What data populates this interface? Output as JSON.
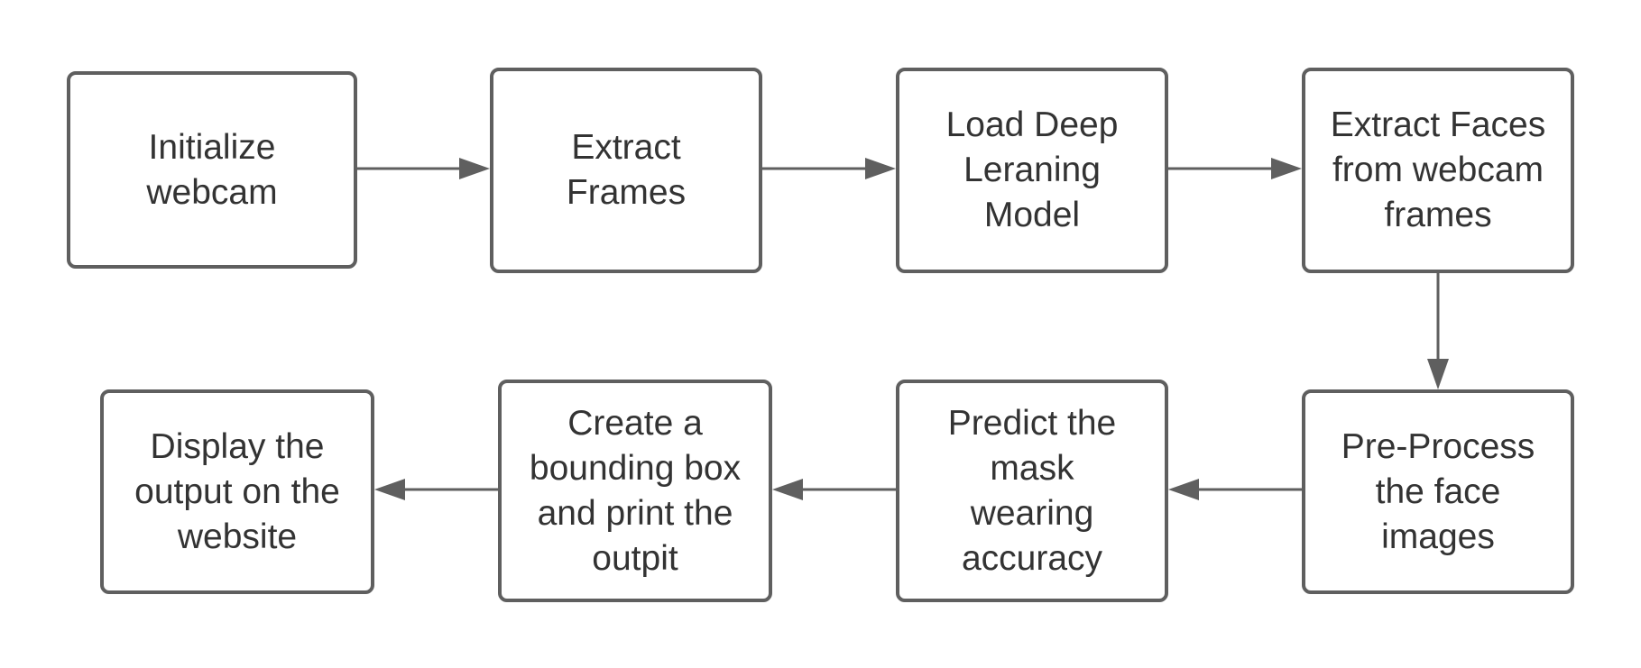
{
  "diagram": {
    "boxes": [
      {
        "id": "initialize-webcam",
        "lines": [
          "Initialize",
          "webcam"
        ]
      },
      {
        "id": "extract-frames",
        "lines": [
          "Extract",
          "Frames"
        ]
      },
      {
        "id": "load-model",
        "lines": [
          "Load Deep",
          "Leraning",
          "Model"
        ]
      },
      {
        "id": "extract-faces",
        "lines": [
          "Extract Faces",
          "from webcam",
          "frames"
        ]
      },
      {
        "id": "preprocess",
        "lines": [
          "Pre-Process",
          "the face",
          "images"
        ]
      },
      {
        "id": "predict",
        "lines": [
          "Predict the",
          "mask",
          "wearing",
          "accuracy"
        ]
      },
      {
        "id": "bounding-box",
        "lines": [
          "Create a",
          "bounding box",
          "and print the",
          "outpit"
        ]
      },
      {
        "id": "display-output",
        "lines": [
          "Display the",
          "output on the",
          "website"
        ]
      }
    ],
    "connections": [
      {
        "from": "initialize-webcam",
        "to": "extract-frames"
      },
      {
        "from": "extract-frames",
        "to": "load-model"
      },
      {
        "from": "load-model",
        "to": "extract-faces"
      },
      {
        "from": "extract-faces",
        "to": "preprocess"
      },
      {
        "from": "preprocess",
        "to": "predict"
      },
      {
        "from": "predict",
        "to": "bounding-box"
      },
      {
        "from": "bounding-box",
        "to": "display-output"
      }
    ],
    "colors": {
      "stroke": "#5f5f5f",
      "text": "#333333",
      "background": "#ffffff"
    }
  }
}
